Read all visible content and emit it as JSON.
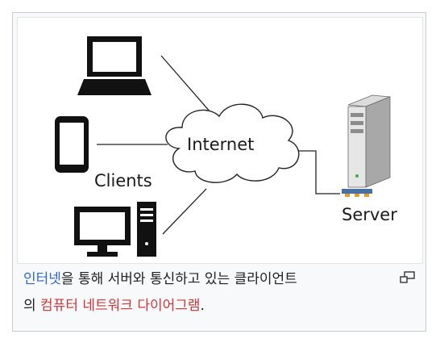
{
  "diagram": {
    "labels": {
      "internet": "Internet",
      "clients": "Clients",
      "server": "Server"
    },
    "icons": [
      "laptop-icon",
      "smartphone-icon",
      "desktop-computer-icon",
      "cloud-icon",
      "server-tower-icon"
    ]
  },
  "caption": {
    "link_internet": "인터넷",
    "text_1": "을 통해 서버와 통신하고 있는 클라이언트",
    "text_2": "의 ",
    "link_network_diagram": "컴퓨터 네트워크 다이어그램",
    "text_end": "."
  },
  "colors": {
    "link_blue": "#3366cc",
    "link_red": "#d33636",
    "frame_border": "#c8ccd1"
  }
}
